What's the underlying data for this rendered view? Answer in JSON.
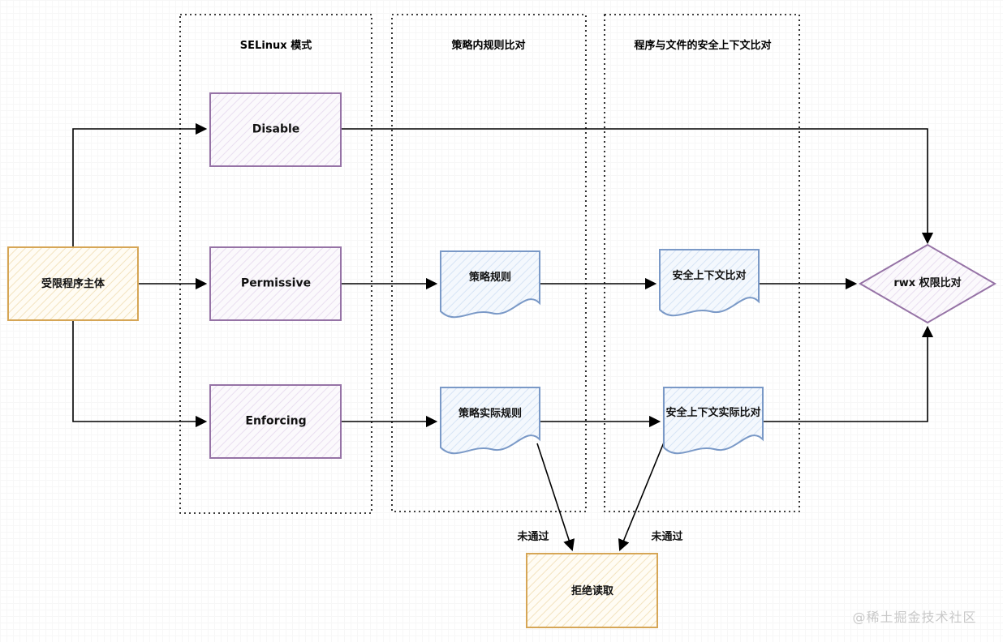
{
  "diagram": {
    "lanes": [
      {
        "title": "SELinux 模式"
      },
      {
        "title": "策略内规则比对"
      },
      {
        "title": "程序与文件的安全上下文比对"
      }
    ],
    "nodes": {
      "subject": "受限程序主体",
      "disable": "Disable",
      "permissive": "Permissive",
      "enforcing": "Enforcing",
      "policy_rule": "策略规则",
      "policy_actual_rule": "策略实际规则",
      "context_compare": "安全上下文比对",
      "context_actual_compare": "安全上下文实际比对",
      "rwx_compare": "rwx 权限比对",
      "deny_read": "拒绝读取"
    },
    "edge_labels": {
      "fail_left": "未通过",
      "fail_right": "未通过"
    }
  },
  "watermark": "@稀土掘金技术社区",
  "colors": {
    "yellow_border": "#d6a656",
    "purple_border": "#9673a6",
    "blue_border": "#7a99c7",
    "line": "#000000",
    "container_border": "#000000",
    "watermark_text": "#c8c8c8"
  }
}
